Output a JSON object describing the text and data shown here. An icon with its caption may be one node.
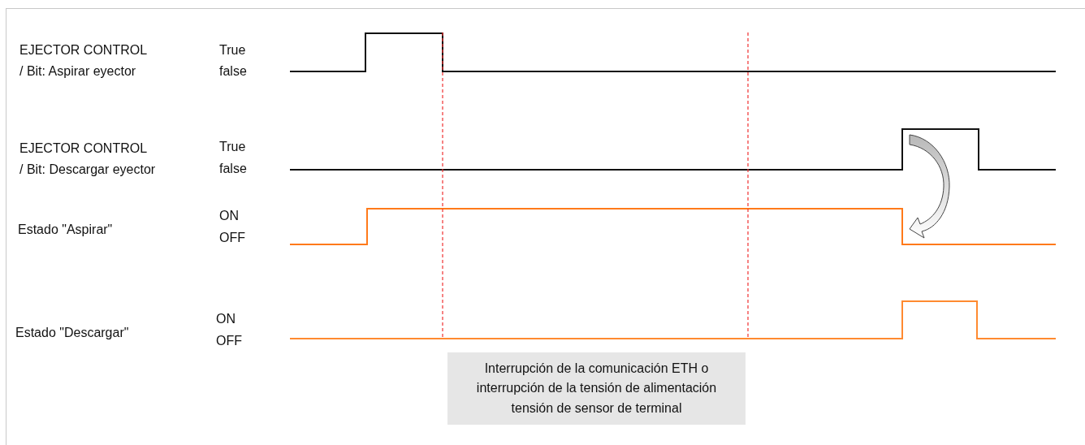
{
  "diagram": {
    "nodes": [
      {
        "text": [
          "Interrupción de la comunicación ETH o interrupción de la tensión de alimentación tensión de sensor de terminal"
        ]
      }
    ],
    "labels": [
      "EJECTOR CONTROL / Bit: Aspirar eyector",
      "True",
      "false",
      "EJECTOR CONTROL / Bit: Descargar eyector",
      "True",
      "false",
      "Estado \"Aspirar\"",
      "ON",
      "OFF",
      "Estado \"Descargar\"",
      "ON",
      "OFF"
    ]
  }
}
